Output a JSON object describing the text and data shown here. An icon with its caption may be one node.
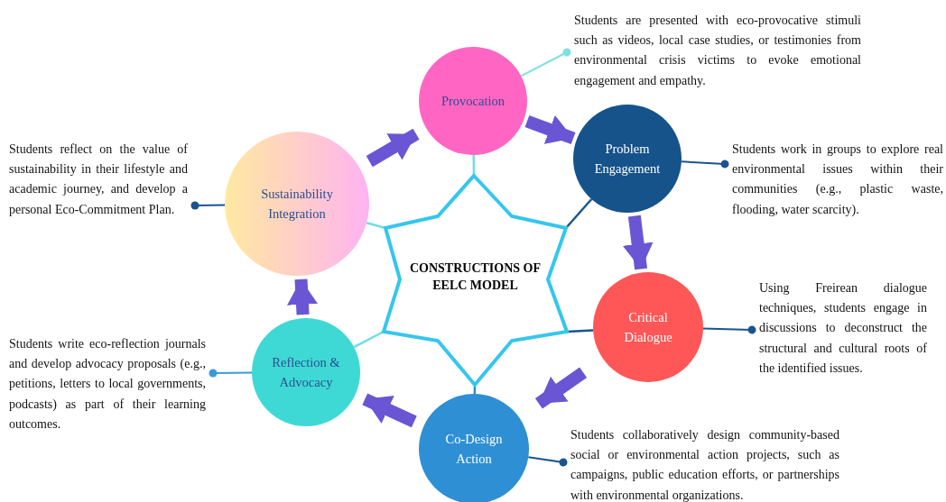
{
  "diagram": {
    "nodes": [
      {
        "text": [
          "CONSTRUCTIONS OF EELC MODEL"
        ]
      },
      {
        "text": [
          "Provocation"
        ]
      },
      {
        "text": [
          "Problem Engagement"
        ]
      },
      {
        "text": [
          "Critical Dialogue"
        ]
      },
      {
        "text": [
          "Co-Design Action"
        ]
      },
      {
        "text": [
          "Reflection & Advocacy"
        ]
      },
      {
        "text": [
          "Sustainability Integration"
        ]
      },
      {
        "text": [
          "Students are presented with eco-provocative stimuli such as videos, local case studies, or testimonies from environmental crisis victims to evoke emotional engagement and empathy."
        ]
      },
      {
        "text": [
          "Students reflect on the value of sustainability in their lifestyle and academic journey, and develop a personal Eco-Commitment Plan."
        ]
      },
      {
        "text": [
          "Students work in groups to explore real environmental issues within their communities (e.g., plastic waste, flooding, water scarcity)."
        ]
      },
      {
        "text": [
          "Using Freirean dialogue techniques, students engage in discussions to deconstruct the structural and cultural roots of the identified issues."
        ]
      },
      {
        "text": [
          "Students write eco-reflection journals and develop advocacy proposals (e.g., petitions, letters to local governments, podcasts) as part of their learning outcomes."
        ]
      },
      {
        "text": [
          "Students collaboratively design community-based social or environmental action projects, such as campaigns, public education efforts, or partnerships with environmental organizations."
        ]
      }
    ],
    "edges": [
      {
        "from": 0,
        "to": 1,
        "arrow": "none",
        "color": "#6fdde8"
      },
      {
        "from": 0,
        "to": 2,
        "arrow": "none",
        "color": "#1a5490"
      },
      {
        "from": 0,
        "to": 3,
        "arrow": "none",
        "color": "#1a5490"
      },
      {
        "from": 0,
        "to": 4,
        "arrow": "none",
        "color": "#2e8fd4"
      },
      {
        "from": 0,
        "to": 5,
        "arrow": "none",
        "color": "#6fdde8"
      },
      {
        "from": 0,
        "to": 6,
        "arrow": "none",
        "color": "#6fdde8"
      },
      {
        "from": 1,
        "to": 2,
        "arrow": "to",
        "style": "thick",
        "color": "#6a55d4"
      },
      {
        "from": 2,
        "to": 3,
        "arrow": "to",
        "style": "thick",
        "color": "#6a55d4"
      },
      {
        "from": 3,
        "to": 4,
        "arrow": "to",
        "style": "thick",
        "color": "#6a55d4"
      },
      {
        "from": 4,
        "to": 5,
        "arrow": "to",
        "style": "thick",
        "color": "#6a55d4"
      },
      {
        "from": 5,
        "to": 6,
        "arrow": "to",
        "style": "thick",
        "color": "#6a55d4"
      },
      {
        "from": 6,
        "to": 1,
        "arrow": "to",
        "style": "thick",
        "color": "#6a55d4"
      },
      {
        "from": 7,
        "to": 1,
        "arrow": "other",
        "color": "#7ee0e0"
      },
      {
        "from": 9,
        "to": 2,
        "arrow": "other"
      },
      {
        "from": 10,
        "to": 3,
        "arrow": "other"
      },
      {
        "from": 12,
        "to": 4,
        "arrow": "other"
      },
      {
        "from": 11,
        "to": 5,
        "arrow": "other",
        "color": "#3a9ad9"
      },
      {
        "from": 8,
        "to": 6,
        "arrow": "other"
      }
    ]
  }
}
